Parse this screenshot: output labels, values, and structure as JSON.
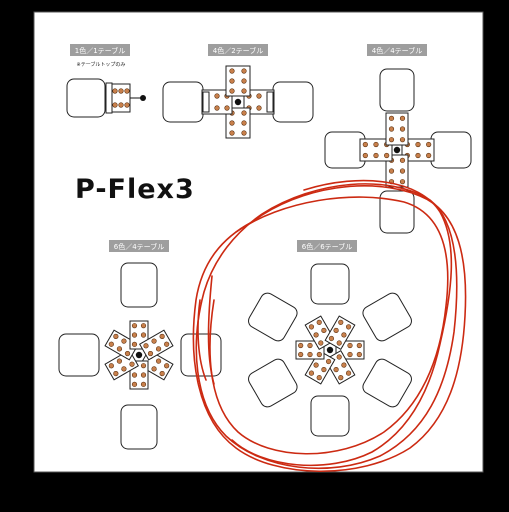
{
  "panel": {
    "background": "#ffffff",
    "border_color": "#555555",
    "label_bg": "#9e9e9e",
    "pad_color": "#c8804c",
    "scribble_color": "#cc2a12"
  },
  "brand": {
    "text": "P-Flex3"
  },
  "configs": [
    {
      "id": "c1",
      "label": "1色／1テーブル",
      "note": "※テーブルトップのみ"
    },
    {
      "id": "c2",
      "label": "4色／2テーブル"
    },
    {
      "id": "c3",
      "label": "4色／4テーブル"
    },
    {
      "id": "c4",
      "label": "6色／4テーブル"
    },
    {
      "id": "c5",
      "label": "6色／6テーブル"
    }
  ]
}
